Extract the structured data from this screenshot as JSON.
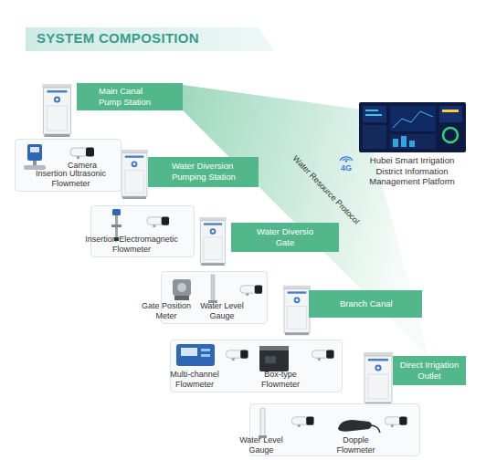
{
  "diagram": {
    "title": "SYSTEM COMPOSITION",
    "nodes": [
      {
        "text": [
          "Main Canal Pump Station"
        ]
      },
      {
        "text": [
          "Hubei Smart Irrigation District Information Management Platform"
        ]
      },
      {
        "text": [
          "Camera",
          "Insertion Ultrasonic Flowmeter"
        ]
      },
      {
        "text": [
          "Water Diversion Pumping Station"
        ]
      },
      {
        "text": [
          "Insertion Electromagnetic Flowmeter"
        ]
      },
      {
        "text": [
          "Water Diversio Gate"
        ]
      },
      {
        "text": [
          "Gate Position Meter",
          "Water Level Gauge"
        ]
      },
      {
        "text": [
          "Branch Canal"
        ]
      },
      {
        "text": [
          "Multi-channel Flowmeter",
          "Box-type Flowmeter"
        ]
      },
      {
        "text": [
          "Direct Irrigation Outlet"
        ]
      },
      {
        "text": [
          "Water Level Gauge",
          "Dopple Flowmeter"
        ]
      }
    ],
    "labels": [
      "Water Resource Protocol",
      "4G"
    ]
  }
}
